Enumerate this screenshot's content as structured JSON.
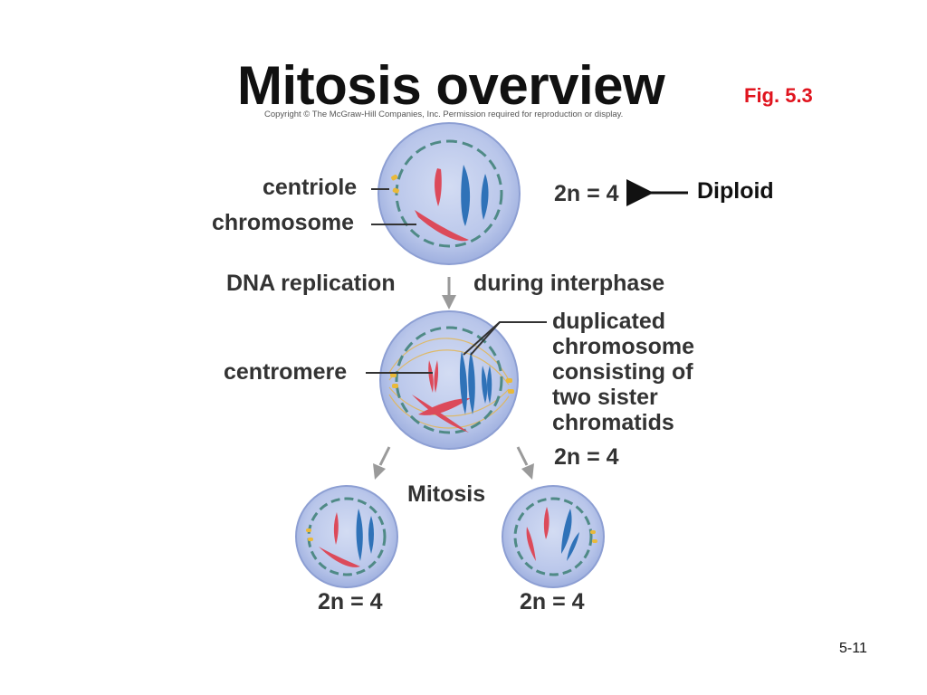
{
  "slide": {
    "title": "Mitosis overview",
    "figure_ref": "Fig. 5.3",
    "copyright": "Copyright © The McGraw-Hill Companies, Inc. Permission required for reproduction or display.",
    "page_number": "5-11"
  },
  "labels": {
    "centriole": "centriole",
    "chromosome": "chromosome",
    "ploidy_top": "2n = 4",
    "diploid": "Diploid",
    "dna_replication": "DNA replication",
    "during_interphase": "during interphase",
    "centromere": "centromere",
    "duplicated": [
      "duplicated",
      "chromosome",
      "consisting of",
      "two sister",
      "chromatids"
    ],
    "ploidy_middle": "2n = 4",
    "mitosis": "Mitosis",
    "ploidy_left": "2n = 4",
    "ploidy_right": "2n = 4"
  },
  "colors": {
    "cell_fill": "#b9c6ea",
    "cell_edge": "#8d9fd3",
    "nuclear_envelope": "#4f8a86",
    "chromosome_red": "#dc4a5a",
    "chromosome_blue": "#2f72b8",
    "centriole": "#e9b93a",
    "arrow_gray": "#9a9a9a",
    "fig_red": "#e0141e"
  }
}
